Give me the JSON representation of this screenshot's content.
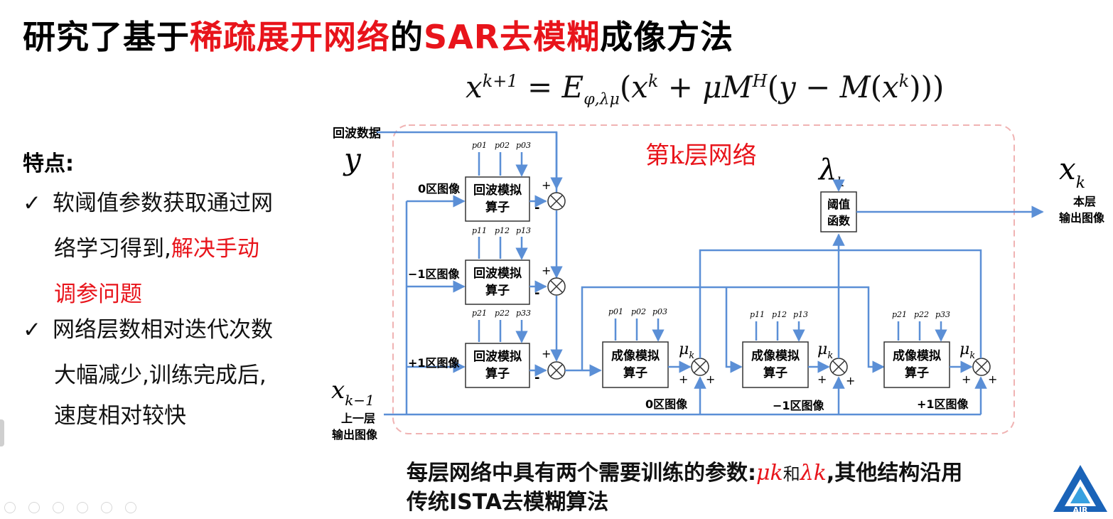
{
  "slide": {
    "title_black1": "研究了基于",
    "title_red1": "稀疏展开网络",
    "title_black2": "的",
    "title_red2": "SAR去模糊",
    "title_black3": "成像方法"
  },
  "features": {
    "heading": "特点:",
    "check_glyph": "✓",
    "item1_line1": "软阈值参数获取通过网",
    "item1_line2_black": "络学习得到,",
    "item1_line2_red": "解决手动",
    "item1_line3_red": "调参问题",
    "item2_line1": "网络层数相对迭代次数",
    "item2_line2": "大幅减少,训练完成后,",
    "item2_line3": "速度相对较快"
  },
  "formula": "x^{k+1} = E_{φ,λμ}(x^k + μM^H(y − M(x^k)))",
  "diagram": {
    "input_label": "回波数据",
    "input_symbol": "y",
    "layer_title": "第k层网络",
    "lambda_symbol": "λ",
    "lambda_sub": "k",
    "threshold_box_line1": "阈值",
    "threshold_box_line2": "函数",
    "output_symbol": "x",
    "output_sub": "k",
    "output_label1": "本层",
    "output_label2": "输出图像",
    "prev_symbol": "x",
    "prev_sub": "k−1",
    "prev_label1": "上一层",
    "prev_label2": "输出图像",
    "echo_box_line1": "回波模拟",
    "echo_box_line2": "算子",
    "imaging_box_line1": "成像模拟",
    "imaging_box_line2": "算子",
    "zone0": "0区图像",
    "zone_minus1": "−1区图像",
    "zone_plus1": "+1区图像",
    "mu_symbol": "μ",
    "mu_sub": "k",
    "plus": "+",
    "minus": "-",
    "params_row0": [
      "p01",
      "p02",
      "p03"
    ],
    "params_row1": [
      "p11",
      "p12",
      "p13"
    ],
    "params_row2": [
      "p21",
      "p22",
      "p33"
    ],
    "line_color": "#5b8fd6",
    "dash_color": "#f0b3b3",
    "accent_red": "#e8141b"
  },
  "caption": {
    "line1_a": "每层网络中具有两个需要训练的参数:",
    "mu_k": "μk",
    "and": "和",
    "lambda_k": "λk",
    "line1_b": ",其他结构沿用",
    "line2": "传统ISTA去模糊算法"
  },
  "logo_text": "AIR"
}
